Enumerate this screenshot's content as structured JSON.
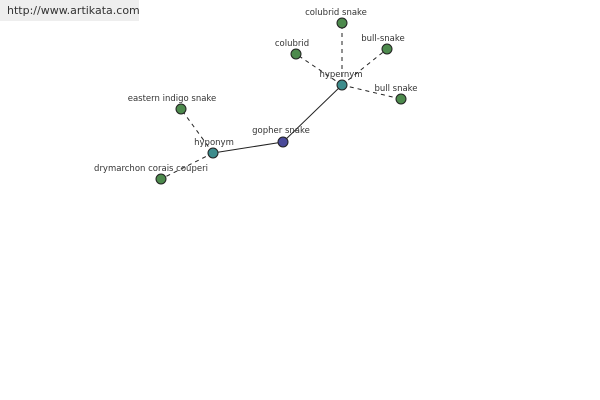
{
  "site": {
    "url": "http://www.artikata.com"
  },
  "colors": {
    "word_node": "#4d8a4d",
    "relation_node": "#3d8c8c",
    "root_node": "#4a4a99",
    "edge": "#222222"
  },
  "nodes": {
    "gopher_snake": {
      "label": "gopher snake",
      "kind": "root"
    },
    "hypernym": {
      "label": "hypernym",
      "kind": "relation"
    },
    "hyponym": {
      "label": "hyponym",
      "kind": "relation"
    },
    "colubrid_snake": {
      "label": "colubrid snake",
      "kind": "word"
    },
    "colubrid": {
      "label": "colubrid",
      "kind": "word"
    },
    "bull_snake_hyphen": {
      "label": "bull-snake",
      "kind": "word"
    },
    "bull_snake": {
      "label": "bull snake",
      "kind": "word"
    },
    "eastern_indigo_snake": {
      "label": "eastern indigo snake",
      "kind": "word"
    },
    "drymarchon": {
      "label": "drymarchon corais couperi",
      "kind": "word"
    }
  }
}
